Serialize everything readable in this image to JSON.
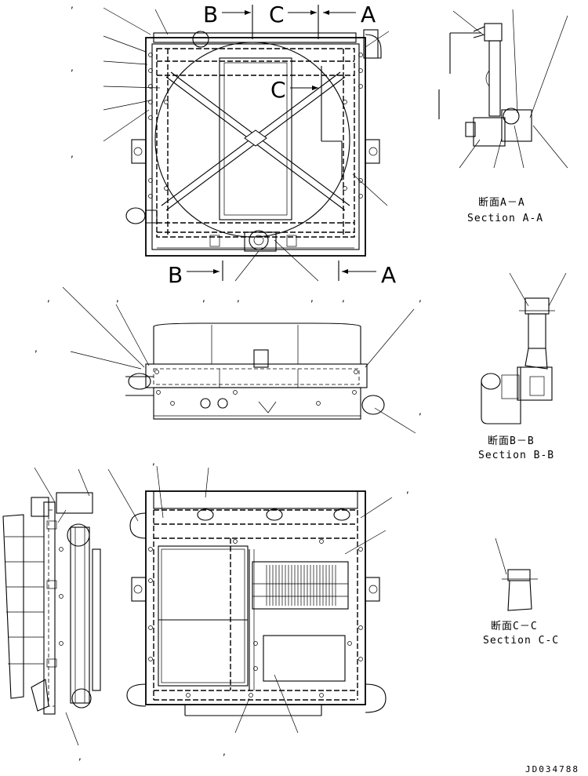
{
  "section_marks": {
    "b": "B",
    "c": "C",
    "a": "A"
  },
  "captions": {
    "aa_jp": "断面A－A",
    "aa_en": "Section A-A",
    "bb_jp": "断面B－B",
    "bb_en": "Section B-B",
    "cc_jp": "断面C－C",
    "cc_en": "Section C-C"
  },
  "callout_mark": ",",
  "document_id": "JD034788"
}
